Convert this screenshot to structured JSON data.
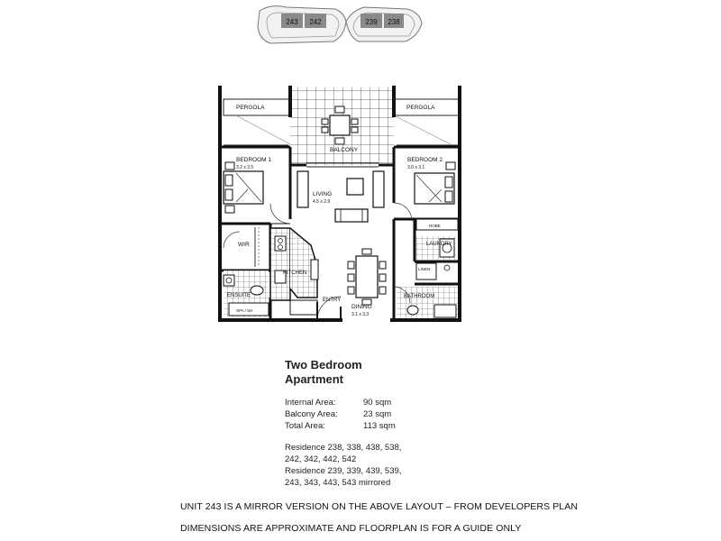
{
  "key_plan": {
    "left_units": [
      "243",
      "242"
    ],
    "right_units": [
      "239",
      "238"
    ]
  },
  "rooms": {
    "pergola_left": "PERGOLA",
    "pergola_right": "PERGOLA",
    "balcony": "BALCONY",
    "bedroom1": {
      "name": "BEDROOM 1",
      "dims": "3.2 x 3.5"
    },
    "bedroom2": {
      "name": "BEDROOM 2",
      "dims": "3.0 x 3.1"
    },
    "living": {
      "name": "LIVING",
      "dims": "4.5 x 2.9"
    },
    "wir": "WIR",
    "kitchen": "KITCHEN",
    "ensuite": "ENSUITE",
    "spa": "SPA / SH",
    "entry": "ENTRY",
    "dining": {
      "name": "DINING",
      "dims": "3.1 x 3.3"
    },
    "laundry": "LAUNDRY",
    "bathroom": "BATHROOM",
    "robe": "ROBE",
    "lintel": "LINEN"
  },
  "title": {
    "line1": "Two Bedroom",
    "line2": "Apartment"
  },
  "areas": [
    {
      "label": "Internal Area:",
      "value": "90 sqm"
    },
    {
      "label": "Balcony Area:",
      "value": "23 sqm"
    },
    {
      "label": "Total Area:",
      "value": "113 sqm"
    }
  ],
  "residences": [
    "Residence 238, 338, 438, 538,",
    "242, 342, 442, 542",
    "Residence 239, 339, 439, 539,",
    "243, 343, 443, 543 mirrored"
  ],
  "notes": [
    "UNIT 243 IS A MIRROR VERSION ON THE ABOVE LAYOUT – FROM DEVELOPERS PLAN",
    "DIMENSIONS ARE APPROXIMATE AND FLOORPLAN IS FOR A GUIDE ONLY"
  ]
}
